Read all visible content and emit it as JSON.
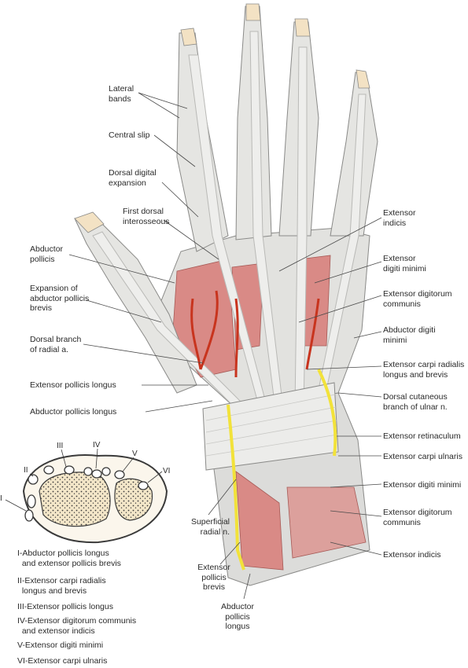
{
  "labels": {
    "lateral_bands": "Lateral\nbands",
    "central_slip": "Central slip",
    "dorsal_digital_expansion": "Dorsal digital\nexpansion",
    "first_dorsal_interosseous": "First dorsal\ninterosseous",
    "abductor_pollicis": "Abductor\npollicis",
    "expansion_abductor_pollicis_brevis": "Expansion of\nabductor pollicis\nbrevis",
    "dorsal_branch_radial_a": "Dorsal branch\nof radial a.",
    "extensor_pollicis_longus": "Extensor pollicis longus",
    "abductor_pollicis_longus": "Abductor pollicis longus",
    "extensor_indicis_top": "Extensor\nindicis",
    "extensor_digiti_minimi_top": "Extensor\ndigiti minimi",
    "extensor_digitorum_communis_top": "Extensor digitorum\ncommunis",
    "abductor_digiti_minimi": "Abductor digiti\nminimi",
    "extensor_carpi_radialis": "Extensor carpi radialis\nlongus and brevis",
    "dorsal_cutaneous_branch": "Dorsal cutaneous\nbranch of ulnar n.",
    "extensor_retinaculum": "Extensor retinaculum",
    "extensor_carpi_ulnaris": "Extensor carpi ulnaris",
    "extensor_digiti_minimi_bottom": "Extensor digiti minimi",
    "extensor_digitorum_communis_bottom": "Extensor digitorum\ncommunis",
    "extensor_indicis_bottom": "Extensor indicis",
    "superficial_radial_n": "Superficial\nradial n.",
    "extensor_pollicis_brevis": "Extensor\npollicis\nbrevis",
    "abductor_pollicis_longus_bottom": "Abductor\npollicis\nlongus"
  },
  "compartment_numerals": [
    "I",
    "II",
    "III",
    "IV",
    "V",
    "VI"
  ],
  "legend": [
    "I-Abductor pollicis longus\n  and extensor pollicis brevis",
    "II-Extensor carpi radialis\n  longus and brevis",
    "III-Extensor pollicis longus",
    "IV-Extensor digitorum communis\n  and extensor indicis",
    "V-Extensor digiti minimi",
    "VI-Extensor carpi ulnaris"
  ],
  "colors": {
    "tendon": "#e8e8e6",
    "tendon_shade": "#b9b9b6",
    "muscle": "#d98a86",
    "muscle_dark": "#b85e5a",
    "artery": "#c8341e",
    "nerve": "#f2e23a",
    "bone": "#f3e2c4",
    "line": "#4a4a4a"
  }
}
